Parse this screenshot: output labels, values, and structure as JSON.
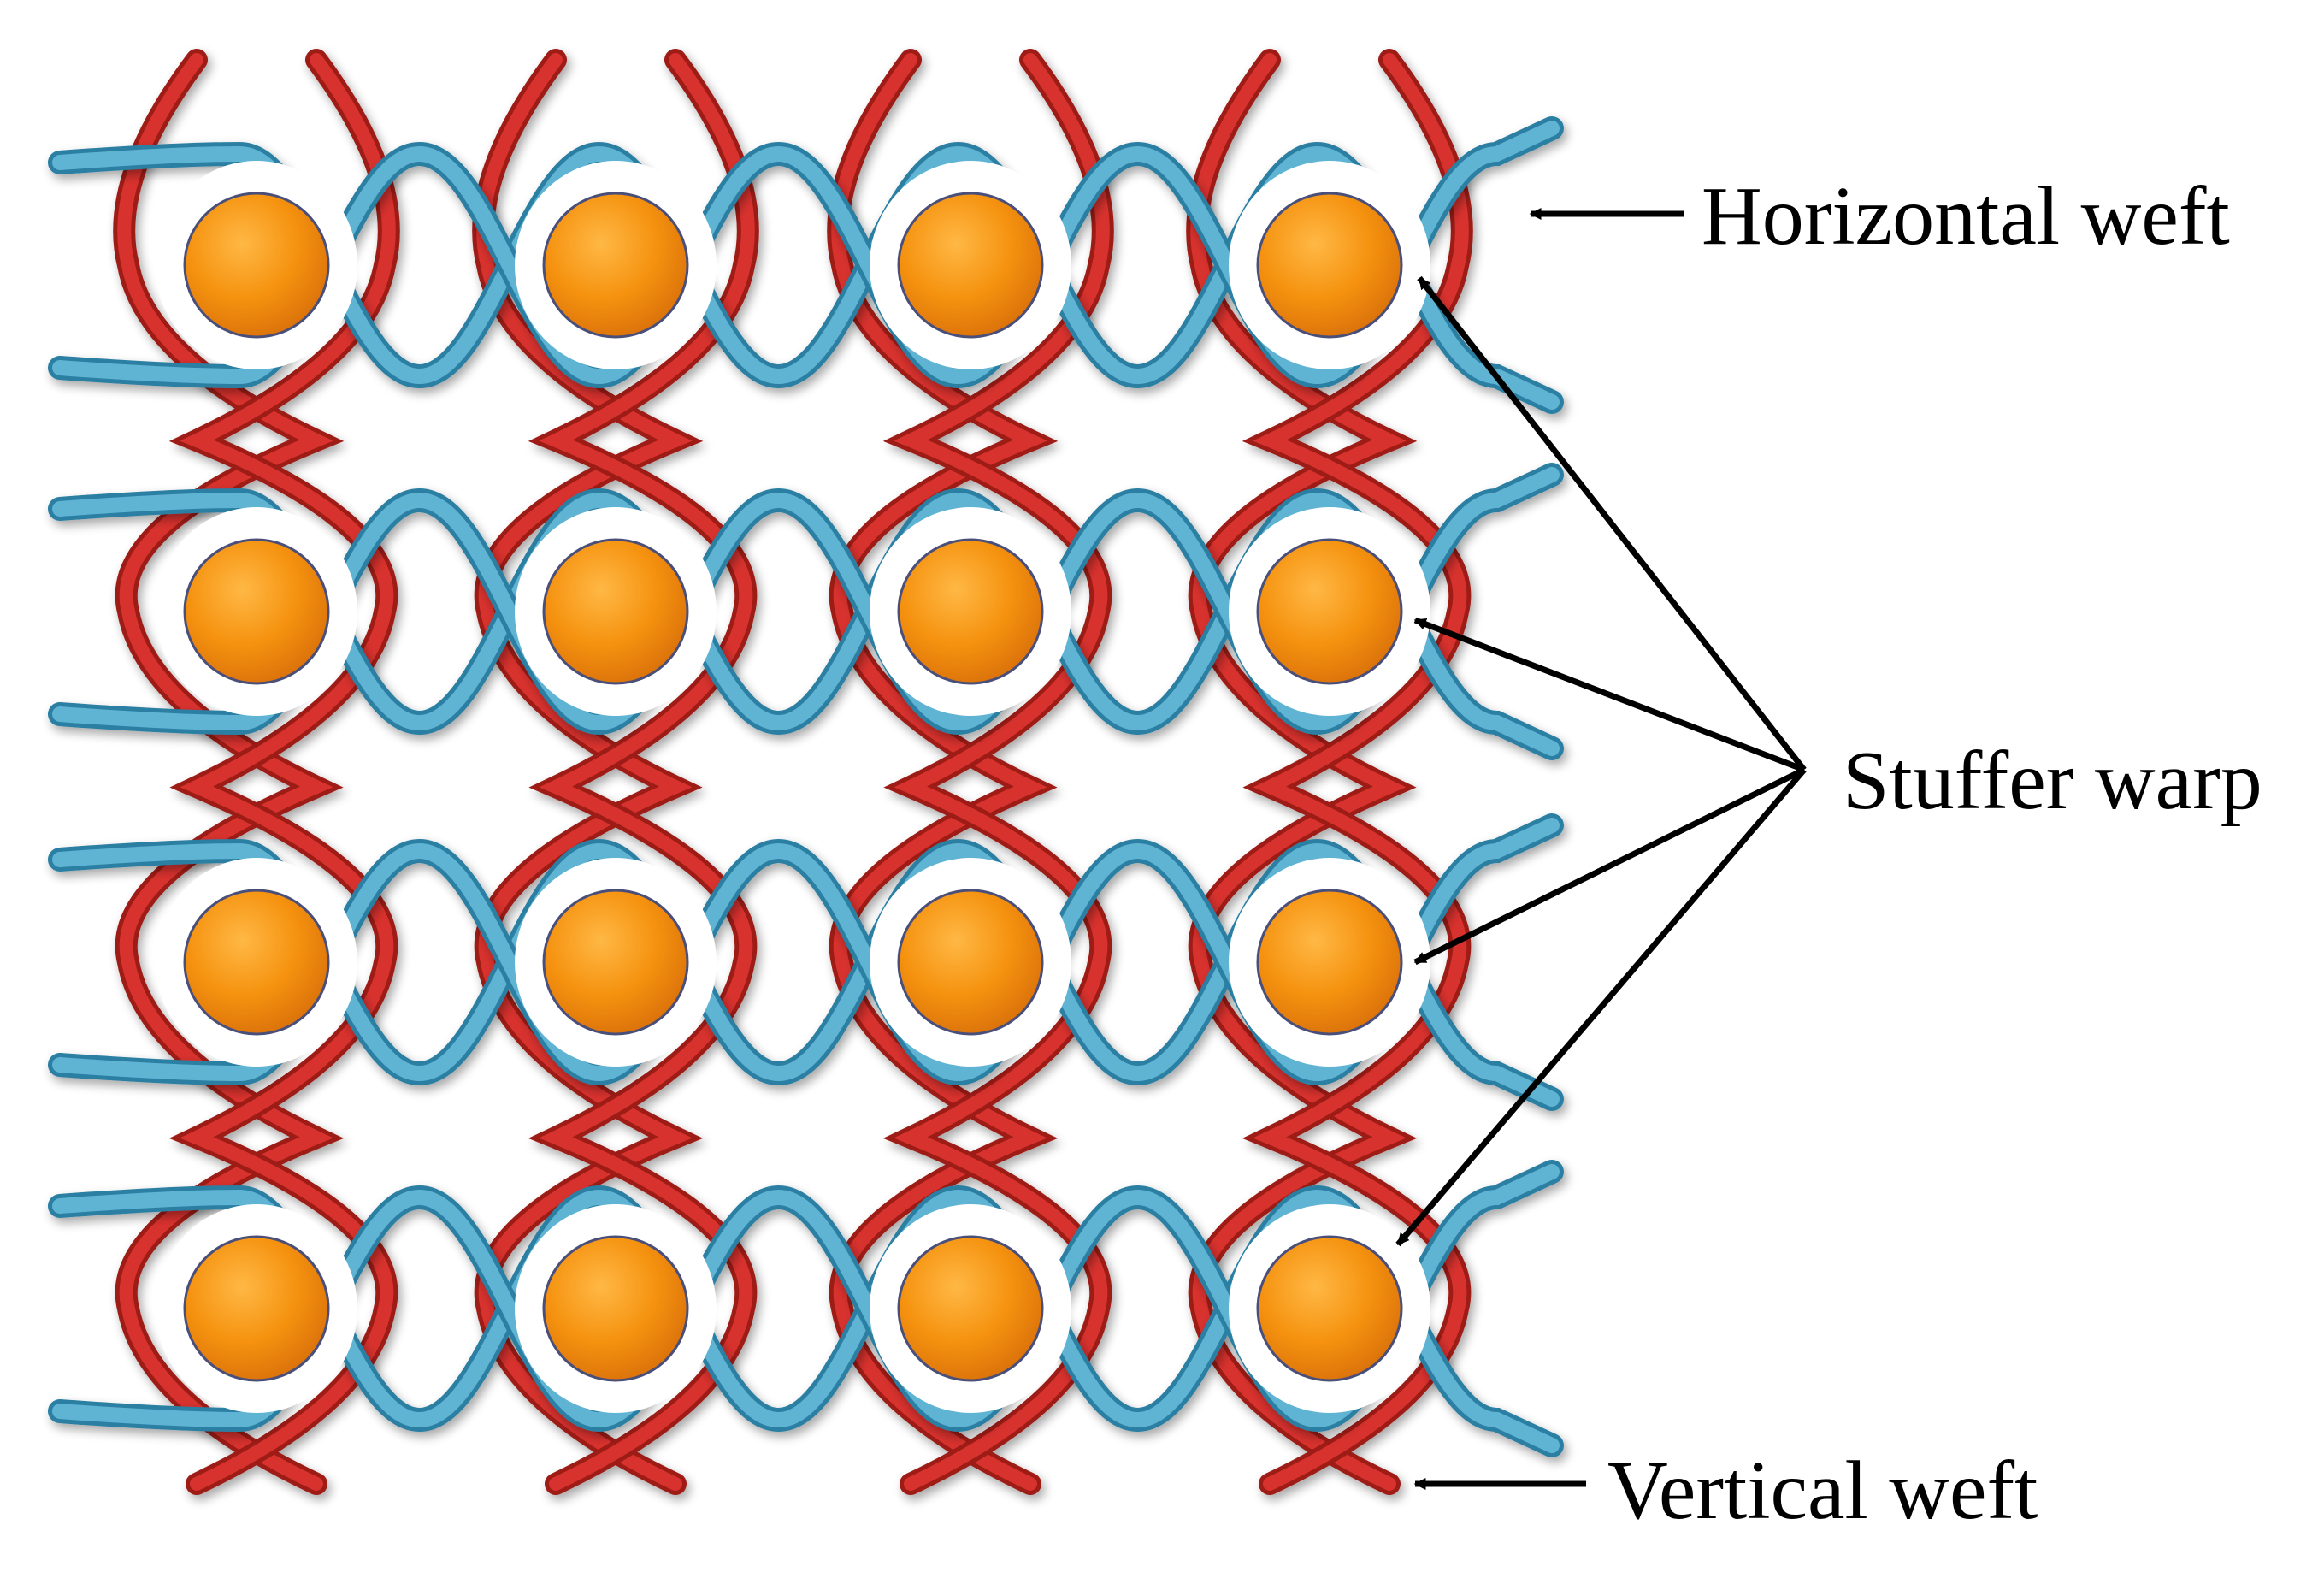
{
  "labels": {
    "horizontal_weft": "Horizontal weft",
    "stuffer_warp": "Stuffer warp",
    "vertical_weft": "Vertical weft"
  },
  "colors": {
    "horizontal_weft": "#5fb3d3",
    "horizontal_weft_edge": "#2a7fa3",
    "vertical_weft": "#d8322e",
    "vertical_weft_edge": "#9e1a17",
    "stuffer_warp": "#f08c10",
    "stuffer_warp_edge": "#4a4f7a",
    "arrow": "#000000"
  },
  "grid": {
    "rows": 4,
    "columns": 4
  }
}
